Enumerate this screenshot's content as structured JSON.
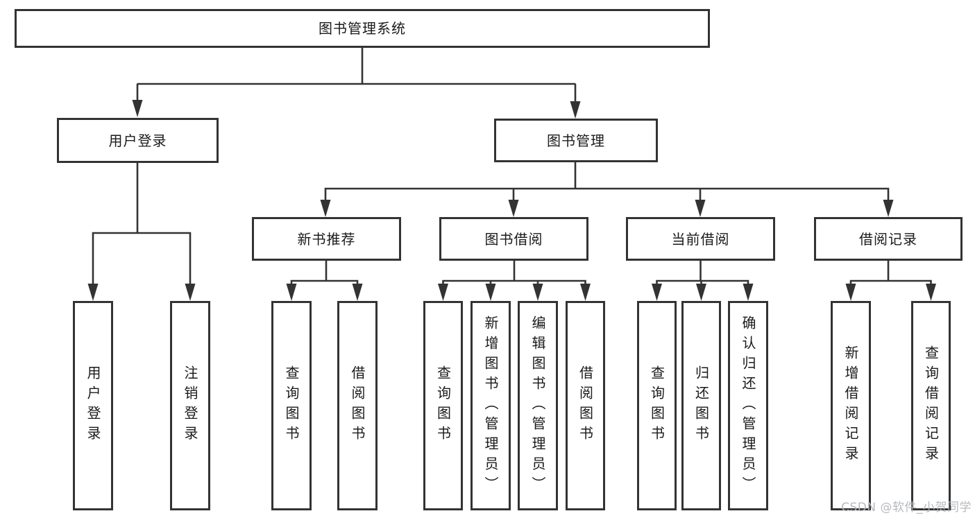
{
  "diagram": {
    "type": "tree",
    "root": {
      "label": "图书管理系统"
    },
    "level1": [
      {
        "label": "用户登录",
        "parent": "图书管理系统"
      },
      {
        "label": "图书管理",
        "parent": "图书管理系统"
      }
    ],
    "level2": [
      {
        "label": "新书推荐",
        "parent": "图书管理"
      },
      {
        "label": "图书借阅",
        "parent": "图书管理"
      },
      {
        "label": "当前借阅",
        "parent": "图书管理"
      },
      {
        "label": "借阅记录",
        "parent": "图书管理"
      }
    ],
    "leaves": [
      {
        "label": "用户登录",
        "parent": "用户登录"
      },
      {
        "label": "注销登录",
        "parent": "用户登录"
      },
      {
        "label": "查询图书",
        "parent": "新书推荐"
      },
      {
        "label": "借阅图书",
        "parent": "新书推荐"
      },
      {
        "label": "查询图书",
        "parent": "图书借阅"
      },
      {
        "label": "新增图书（管理员）",
        "parent": "图书借阅"
      },
      {
        "label": "编辑图书（管理员）",
        "parent": "图书借阅"
      },
      {
        "label": "借阅图书",
        "parent": "图书借阅"
      },
      {
        "label": "查询图书",
        "parent": "当前借阅"
      },
      {
        "label": "归还图书",
        "parent": "当前借阅"
      },
      {
        "label": "确认归还（管理员）",
        "parent": "当前借阅"
      },
      {
        "label": "新增借阅记录",
        "parent": "借阅记录"
      },
      {
        "label": "查询借阅记录",
        "parent": "借阅记录"
      }
    ]
  },
  "watermark": "CSDN @软件_小贺同学",
  "colors": {
    "line": "#333333",
    "box_border": "#333333",
    "text": "#1a1a1a",
    "background": "#ffffff",
    "watermark": "#b3b6bb"
  }
}
